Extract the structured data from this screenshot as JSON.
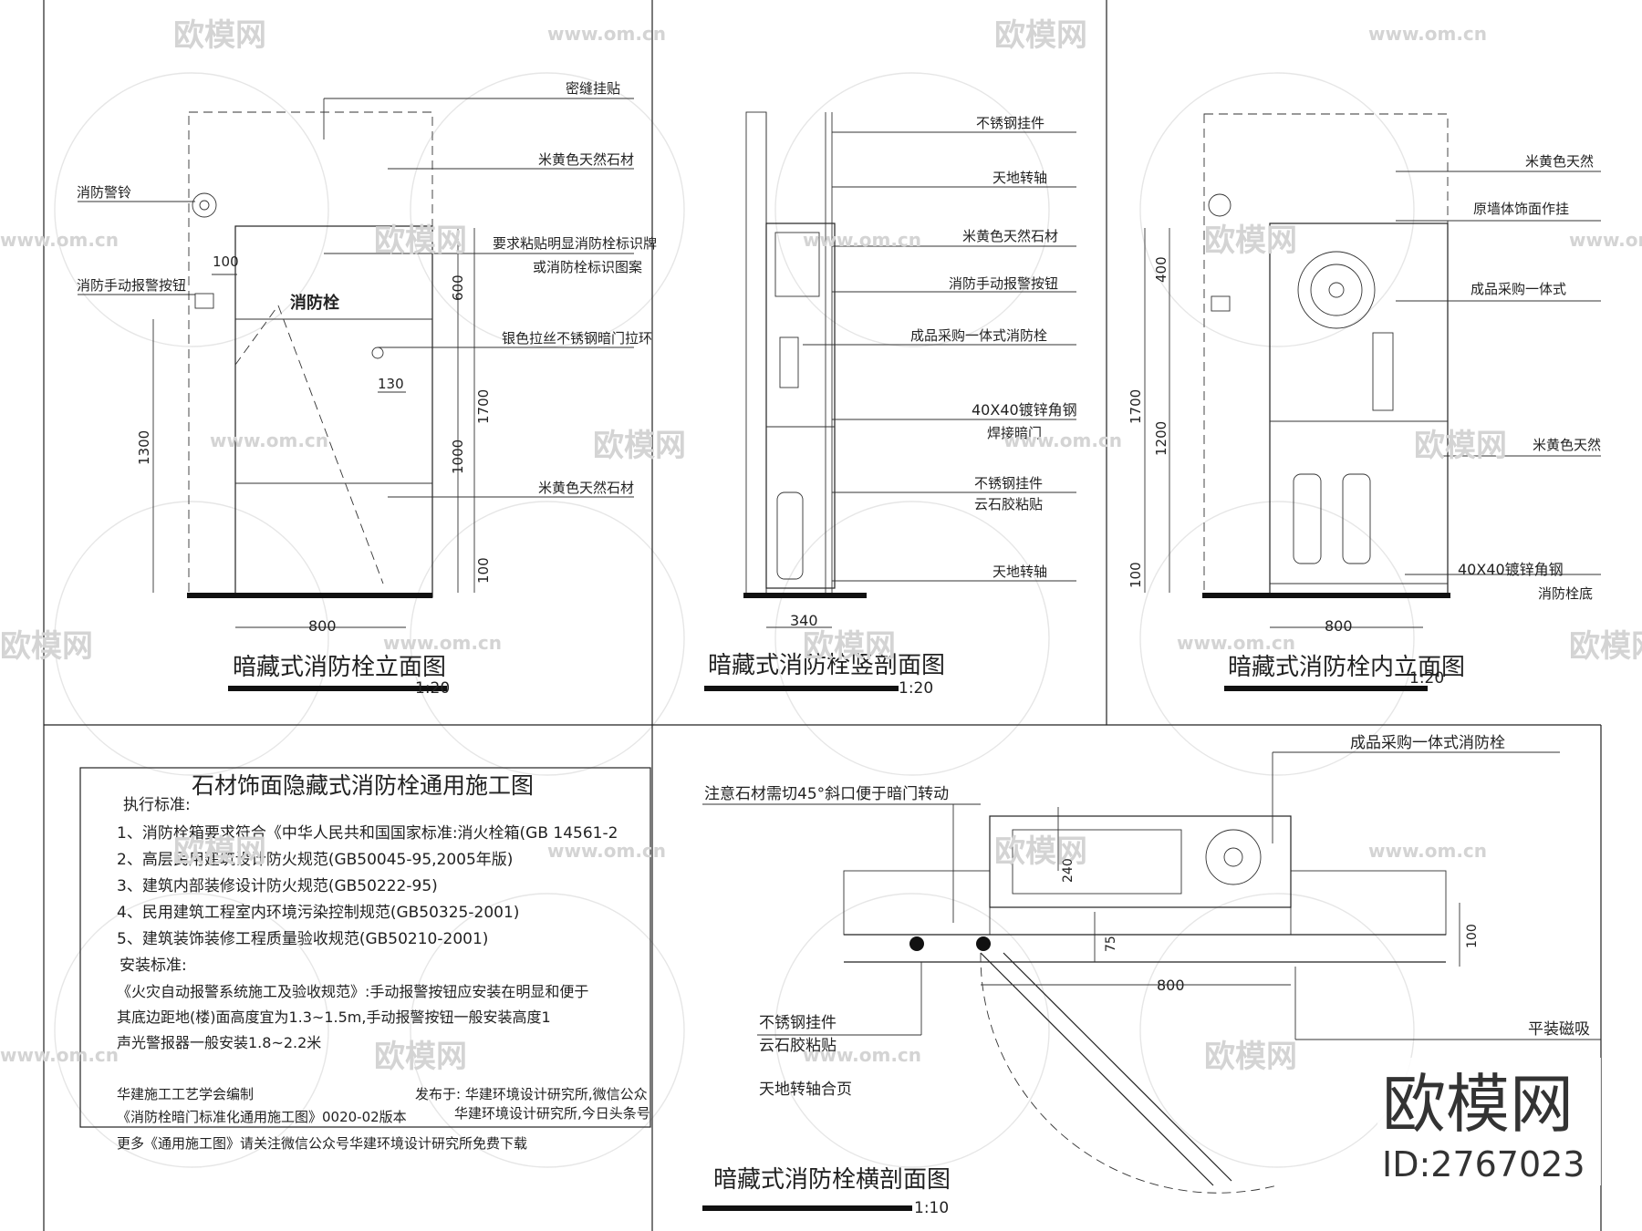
{
  "panel_elevation": {
    "title": "暗藏式消防栓立面图",
    "scale": "1:20",
    "center_label": "消防栓",
    "callouts": [
      "密缝挂贴",
      "米黄色天然石材",
      "消防警铃",
      "要求粘贴明显消防栓标识牌",
      "或消防栓标识图案",
      "消防手动报警按钮",
      "银色拉丝不锈钢暗门拉环",
      "米黄色天然石材"
    ],
    "dims": [
      "100",
      "600",
      "130",
      "1700",
      "1300",
      "1000",
      "100",
      "800"
    ]
  },
  "panel_vsection": {
    "title": "暗藏式消防栓竖剖面图",
    "scale": "1:20",
    "callouts": [
      "不锈钢挂件",
      "天地转轴",
      "米黄色天然石材",
      "消防手动报警按钮",
      "成品采购一体式消防栓",
      "40X40镀锌角钢",
      "焊接暗门",
      "不锈钢挂件",
      "云石胶粘贴",
      "天地转轴"
    ],
    "dims": [
      "340"
    ]
  },
  "panel_inner": {
    "title": "暗藏式消防栓内立面图",
    "scale": "1:20",
    "callouts": [
      "米黄色天然",
      "原墙体饰面作挂",
      "成品采购一体式",
      "米黄色天然",
      "40X40镀锌角钢",
      "消防栓底"
    ],
    "dims": [
      "400",
      "1700",
      "1200",
      "100",
      "800"
    ]
  },
  "notes": {
    "title": "石材饰面隐藏式消防栓通用施工图",
    "lines": [
      "执行标准:",
      "1、消防栓箱要求符合《中华人民共和国国家标准:消火栓箱(GB 14561-2",
      "2、高层民用建筑设计防火规范(GB50045-95,2005年版)",
      "3、建筑内部装修设计防火规范(GB50222-95)",
      "4、民用建筑工程室内环境污染控制规范(GB50325-2001)",
      "5、建筑装饰装修工程质量验收规范(GB50210-2001)",
      "安装标准:",
      "《火灾自动报警系统施工及验收规范》:手动报警按钮应安装在明显和便于",
      "其底边距地(楼)面高度宜为1.3~1.5m,手动报警按钮一般安装高度1",
      "声光警报器一般安装1.8~2.2米"
    ],
    "footer": [
      "华建施工工艺学会编制",
      "发布于: 华建环境设计研究所,微信公众",
      "《消防栓暗门标准化通用施工图》0020-02版本",
      "华建环境设计研究所,今日头条号",
      "更多《通用施工图》请关注微信公众号华建环境设计研究所免费下载"
    ]
  },
  "panel_hsection": {
    "title": "暗藏式消防栓横剖面图",
    "scale": "1:10",
    "callouts": [
      "成品采购一体式消防栓",
      "注意石材需切45°斜口便于暗门转动",
      "不锈钢挂件",
      "云石胶粘贴",
      "天地转轴合页",
      "平装磁吸"
    ],
    "dims": [
      "240",
      "75",
      "100",
      "800"
    ]
  },
  "watermark": {
    "brand": "欧模网",
    "url": "www.om.cn",
    "id": "ID:2767023"
  }
}
